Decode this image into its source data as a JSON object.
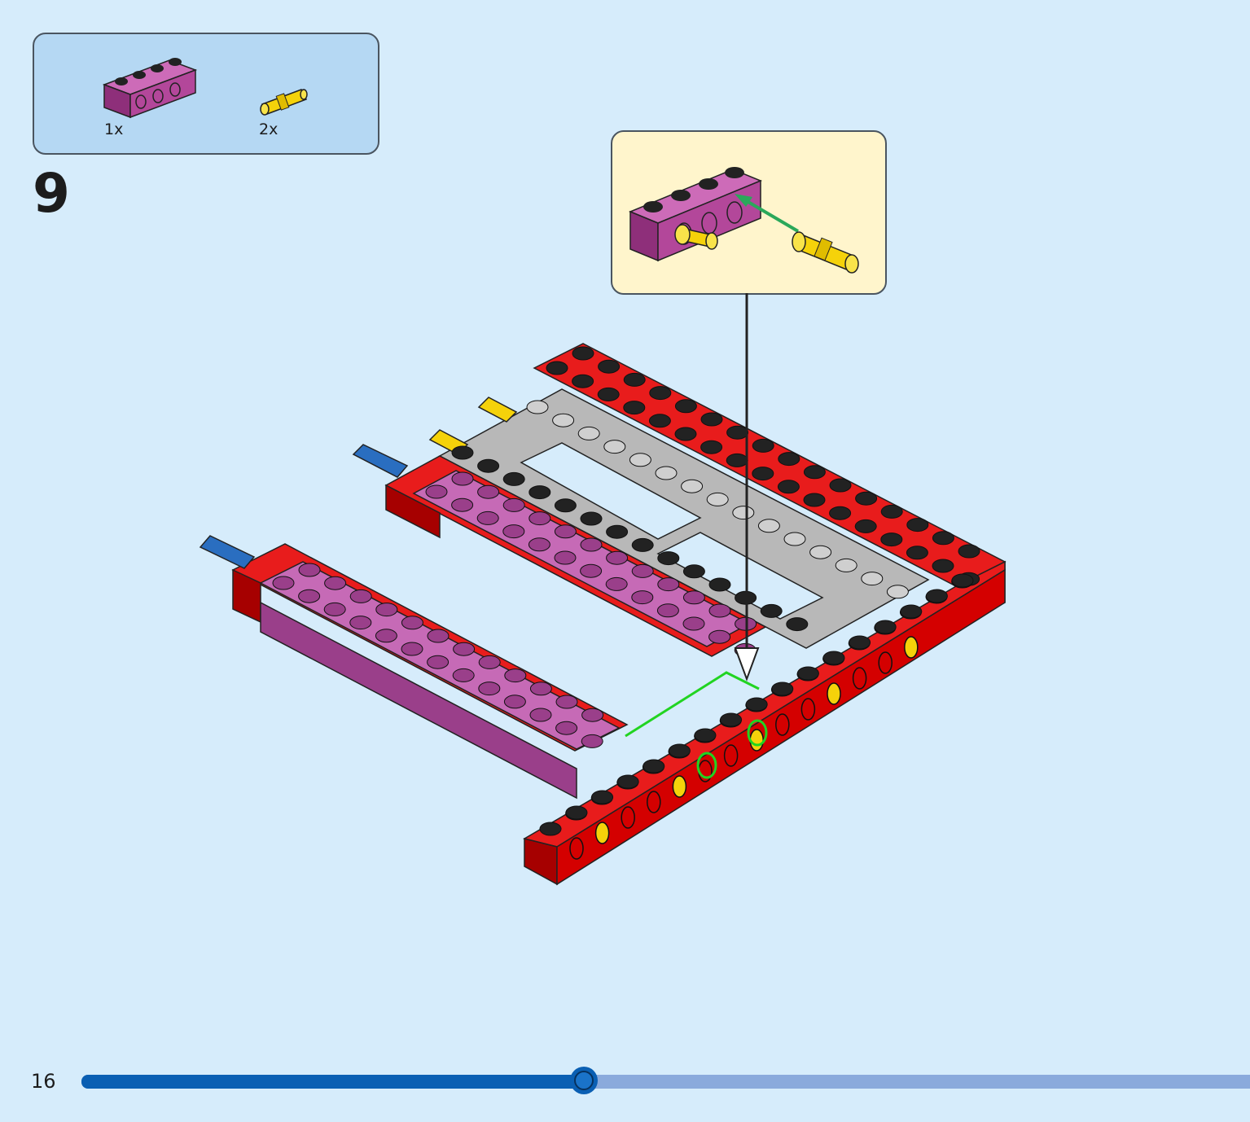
{
  "parts_list": {
    "items": [
      {
        "name": "magenta-technic-brick-1x4",
        "quantity": "1x",
        "color": "#b3479a"
      },
      {
        "name": "yellow-friction-pin",
        "quantity": "2x",
        "color": "#f5d20a"
      }
    ]
  },
  "step": {
    "number": "9"
  },
  "colors": {
    "background": "#d6ecfb",
    "red": "#d40000",
    "magenta": "#b3479a",
    "gray": "#9c9c9c",
    "yellow": "#f5d20a",
    "blue": "#2a6ec0",
    "placement_line": "#21d421",
    "callout_arrow": "#2aa85a"
  },
  "footer": {
    "page_number": "16",
    "progress_fraction": 0.43
  }
}
